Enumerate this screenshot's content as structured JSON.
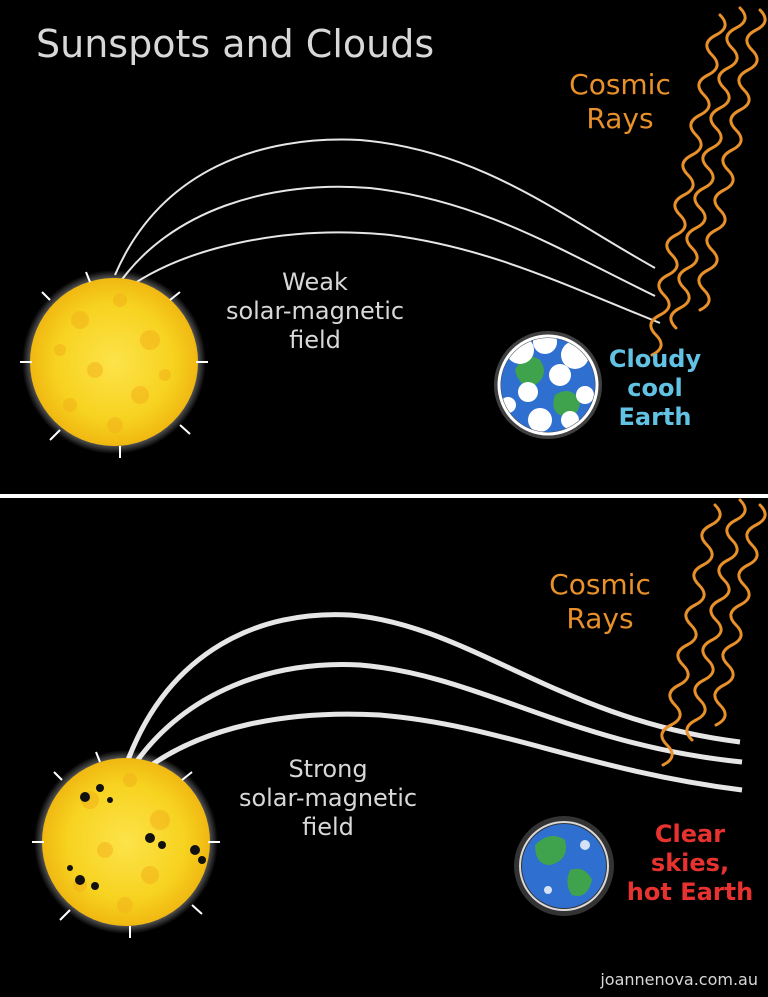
{
  "title": "Sunspots and Clouds",
  "colors": {
    "background": "#000000",
    "cosmic_ray": "#e8902a",
    "field_line": "#e6e6e6",
    "cloudy_label": "#62c2e4",
    "clear_label": "#e8322f",
    "sun": "#f7d21f",
    "divider": "#ffffff"
  },
  "panels": [
    {
      "cosmic_label": "Cosmic\nRays",
      "field_label": "Weak\nsolar-magnetic\nfield",
      "earth_label": "Cloudy\ncool\nEarth",
      "sunspots": false,
      "earth_state": "cloudy"
    },
    {
      "cosmic_label": "Cosmic\nRays",
      "field_label": "Strong\nsolar-magnetic\nfield",
      "earth_label": "Clear skies,\nhot Earth",
      "sunspots": true,
      "earth_state": "clear"
    }
  ],
  "credit": "joannenova.com.au"
}
